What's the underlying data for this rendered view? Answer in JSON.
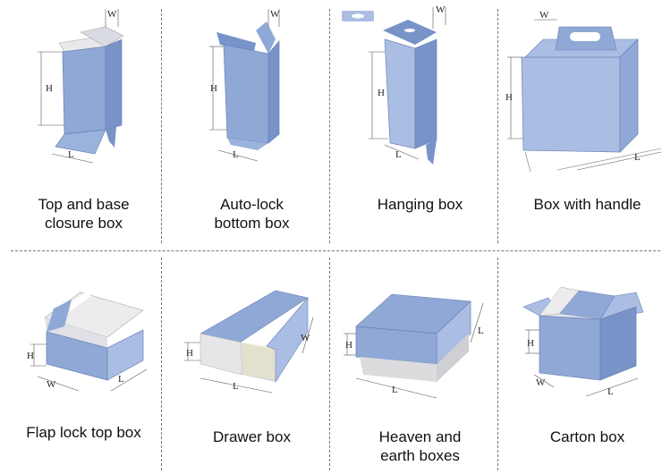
{
  "boxes": [
    {
      "label": "Top and base closure box",
      "line1": "Top and base",
      "line2": "closure box",
      "icon": "top-and-base-closure-box-icon"
    },
    {
      "label": "Auto-lock bottom box",
      "line1": "Auto-lock",
      "line2": "bottom box",
      "icon": "auto-lock-bottom-box-icon"
    },
    {
      "label": "Hanging box",
      "line1": "Hanging box",
      "line2": "",
      "icon": "hanging-box-icon"
    },
    {
      "label": "Box with handle",
      "line1": "Box with handle",
      "line2": "",
      "icon": "box-with-handle-icon"
    },
    {
      "label": "Flap lock top box",
      "line1": "Flap lock top box",
      "line2": "",
      "icon": "flap-lock-top-box-icon"
    },
    {
      "label": "Drawer box",
      "line1": "Drawer box",
      "line2": "",
      "icon": "drawer-box-icon"
    },
    {
      "label": "Heaven and earth boxes",
      "line1": "Heaven and",
      "line2": "earth boxes",
      "icon": "heaven-and-earth-box-icon"
    },
    {
      "label": "Carton box",
      "line1": "Carton box",
      "line2": "",
      "icon": "carton-box-icon"
    }
  ],
  "dimension_letters": {
    "height": "H",
    "width": "W",
    "length": "L"
  },
  "colors": {
    "box_front": "#8fa8d6",
    "box_side": "#7893c8",
    "box_light": "#aabde3",
    "inner": "#e8e8ea",
    "line": "#777777"
  }
}
